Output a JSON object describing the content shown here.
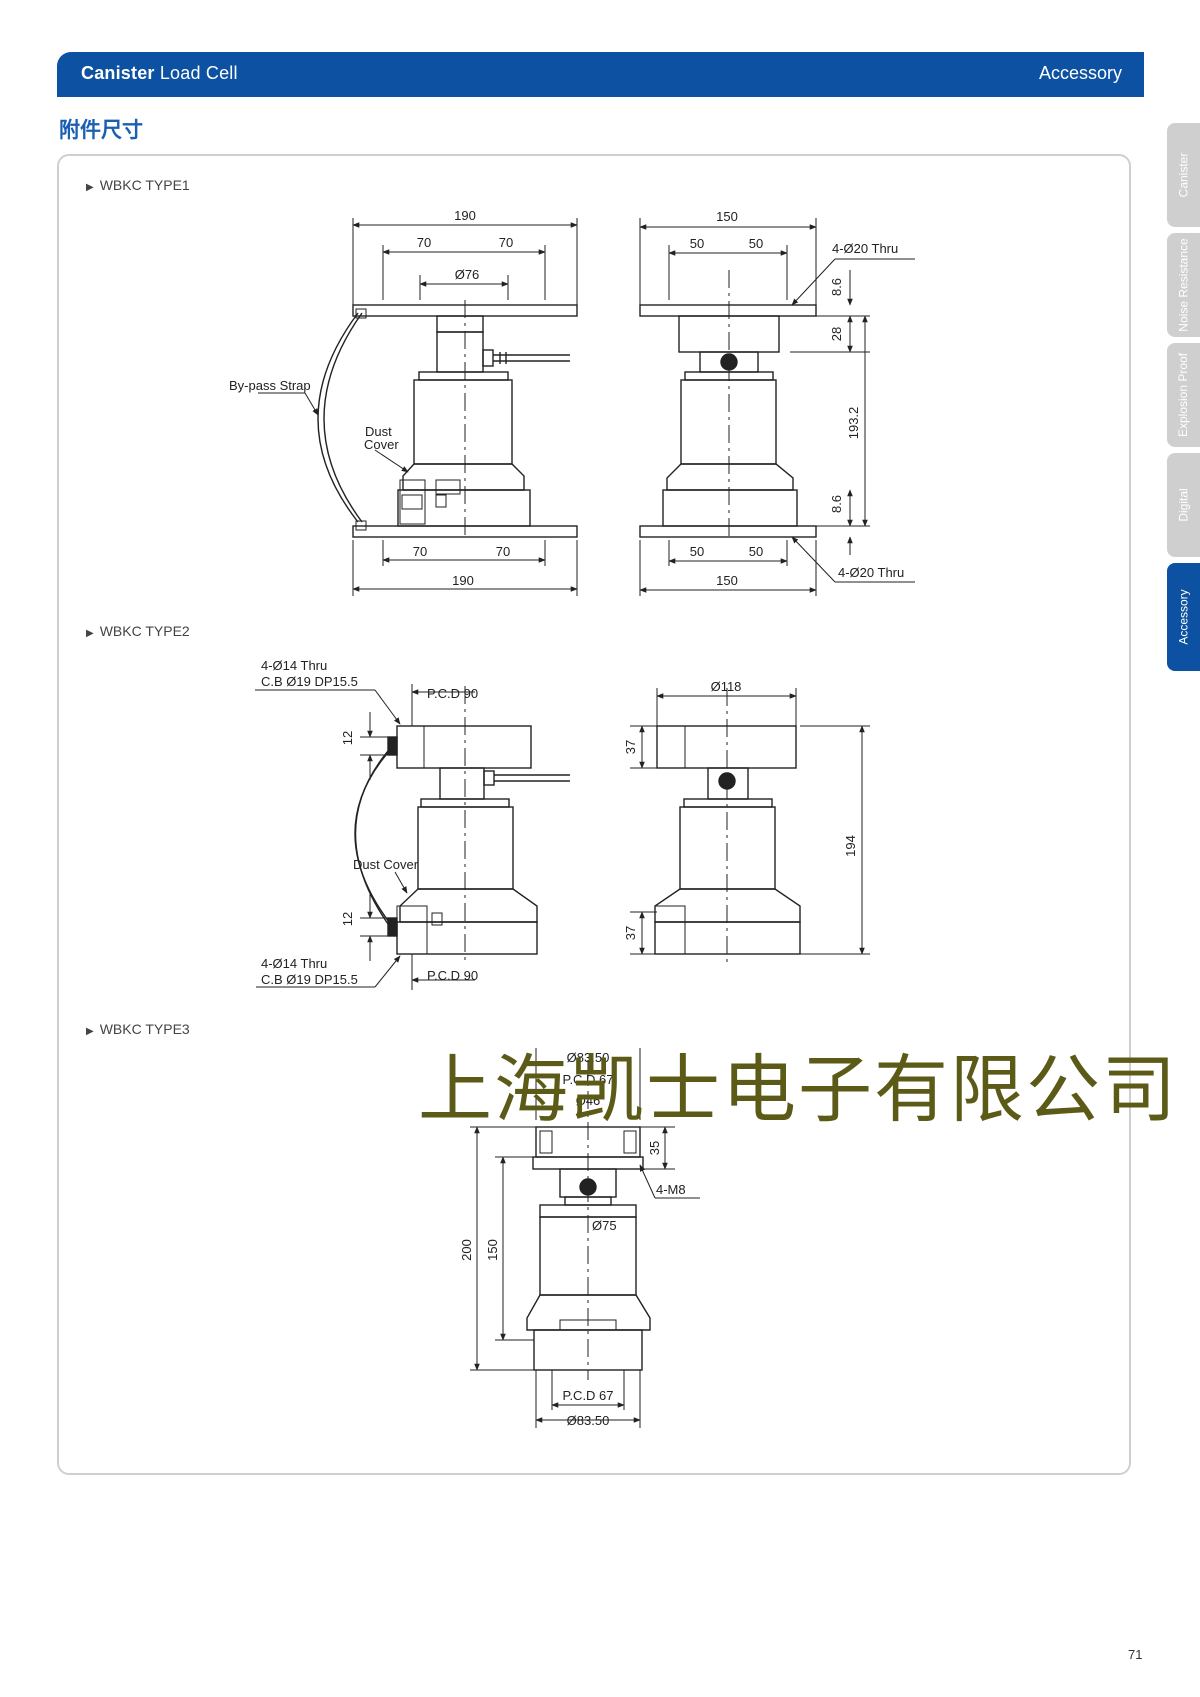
{
  "header": {
    "title_bold": "Canister",
    "title_rest": "Load Cell",
    "section": "Accessory"
  },
  "section_title": "附件尺寸",
  "side_tabs": [
    {
      "label": "Canister",
      "active": false
    },
    {
      "label": "Noise Resistance",
      "active": false
    },
    {
      "label": "Explosion Proof",
      "active": false
    },
    {
      "label": "Digital",
      "active": false
    },
    {
      "label": "Accessory",
      "active": true
    }
  ],
  "types": [
    {
      "label": "WBKC TYPE1",
      "dims": {
        "w190_top": "190",
        "w70_l_top": "70",
        "w70_r_top": "70",
        "d76": "Ø76",
        "w190_bot": "190",
        "w70_l_bot": "70",
        "w70_r_bot": "70",
        "w150_top": "150",
        "w50_l_top": "50",
        "w50_r_top": "50",
        "w150_bot": "150",
        "w50_l_bot": "50",
        "w50_r_bot": "50",
        "h8_6_top": "8.6",
        "h28": "28",
        "h193_2": "193.2",
        "h8_6_bot": "8.6",
        "thru_top": "4-Ø20 Thru",
        "thru_bot": "4-Ø20 Thru",
        "bypass": "By-pass Strap",
        "dust1": "Dust",
        "dust2": "Cover"
      }
    },
    {
      "label": "WBKC TYPE2",
      "dims": {
        "thru_top1": "4-Ø14 Thru",
        "thru_top2": "C.B Ø19 DP15.5",
        "pcd_top": "P.C.D 90",
        "h12_top": "12",
        "dust": "Dust Cover",
        "h12_bot": "12",
        "thru_bot1": "4-Ø14 Thru",
        "thru_bot2": "C.B Ø19 DP15.5",
        "pcd_bot": "P.C.D 90",
        "d118": "Ø118",
        "h37_top": "37",
        "h194": "194",
        "h37_bot": "37"
      }
    },
    {
      "label": "WBKC TYPE3",
      "dims": {
        "d83_top": "Ø83.50",
        "pcd_top": "P.C.D 67",
        "d46": "Ø46",
        "h35": "35",
        "m8": "4-M8",
        "d75": "Ø75",
        "h200": "200",
        "h150": "150",
        "pcd_bot": "P.C.D 67",
        "d83_bot": "Ø83.50"
      }
    }
  ],
  "watermark": "上海凯士电子有限公司",
  "page_number": "71",
  "colors": {
    "brand": "#0d52a2",
    "tab_inactive": "#cfcfcf",
    "watermark": "#5b5a17"
  }
}
